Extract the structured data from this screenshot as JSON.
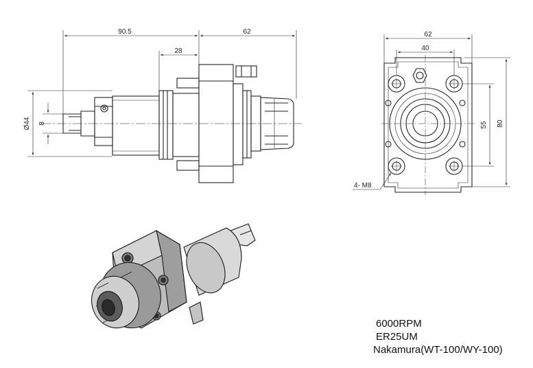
{
  "side_view": {
    "dim_overall_left": "90.5",
    "dim_overall_right": "62",
    "dim_inner": "28",
    "dim_diameter": "Ø44",
    "dim_shank": "8"
  },
  "front_view": {
    "dim_width": "62",
    "dim_hole_spacing": "40",
    "dim_hole_vertical": "55",
    "dim_height": "80",
    "thread_label": "4- M8"
  },
  "specs": {
    "speed": "6000RPM",
    "collet": "ER25UM",
    "machine": "Nakamura(WT-100/WY-100)"
  }
}
